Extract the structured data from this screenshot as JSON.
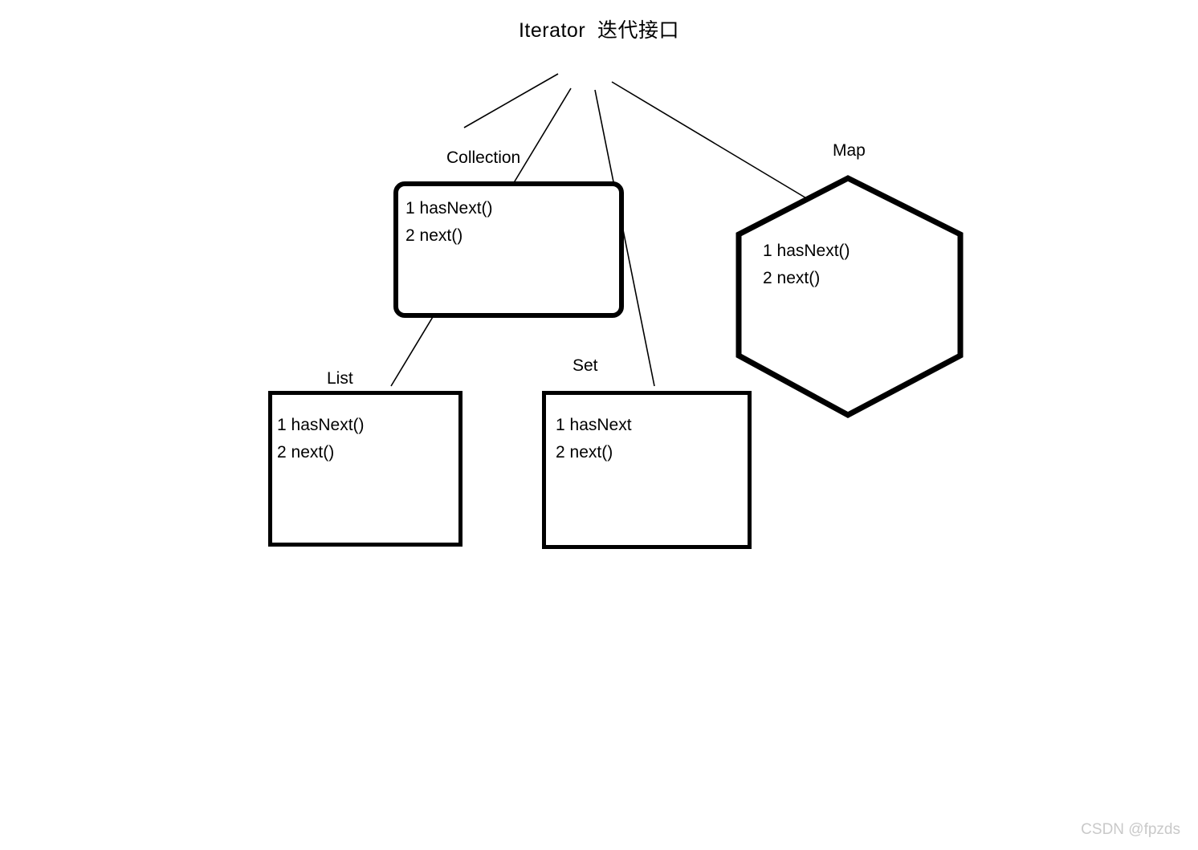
{
  "title": "Iterator  迭代接口",
  "nodes": [
    {
      "id": "collection",
      "label": "Collection",
      "shape": "rounded-rect",
      "lines": [
        "1 hasNext()",
        "2 next()"
      ]
    },
    {
      "id": "map",
      "label": "Map",
      "shape": "hexagon",
      "lines": [
        "1 hasNext()",
        "2 next()"
      ]
    },
    {
      "id": "list",
      "label": "List",
      "shape": "rect",
      "lines": [
        "1 hasNext()",
        "2 next()"
      ]
    },
    {
      "id": "set",
      "label": "Set",
      "shape": "rect",
      "lines": [
        "1 hasNext",
        "2 next()"
      ]
    }
  ],
  "edges": [
    {
      "id": "edge-to-collection",
      "from": "iterator",
      "to": "collection"
    },
    {
      "id": "edge-to-list",
      "from": "iterator",
      "to": "list"
    },
    {
      "id": "edge-to-set",
      "from": "iterator",
      "to": "set"
    },
    {
      "id": "edge-to-map",
      "from": "iterator",
      "to": "map"
    }
  ],
  "watermark": "CSDN @fpzds",
  "colors": {
    "background": "#ffffff",
    "stroke": "#000000",
    "text": "#000000",
    "watermark": "#c9c9c9"
  }
}
